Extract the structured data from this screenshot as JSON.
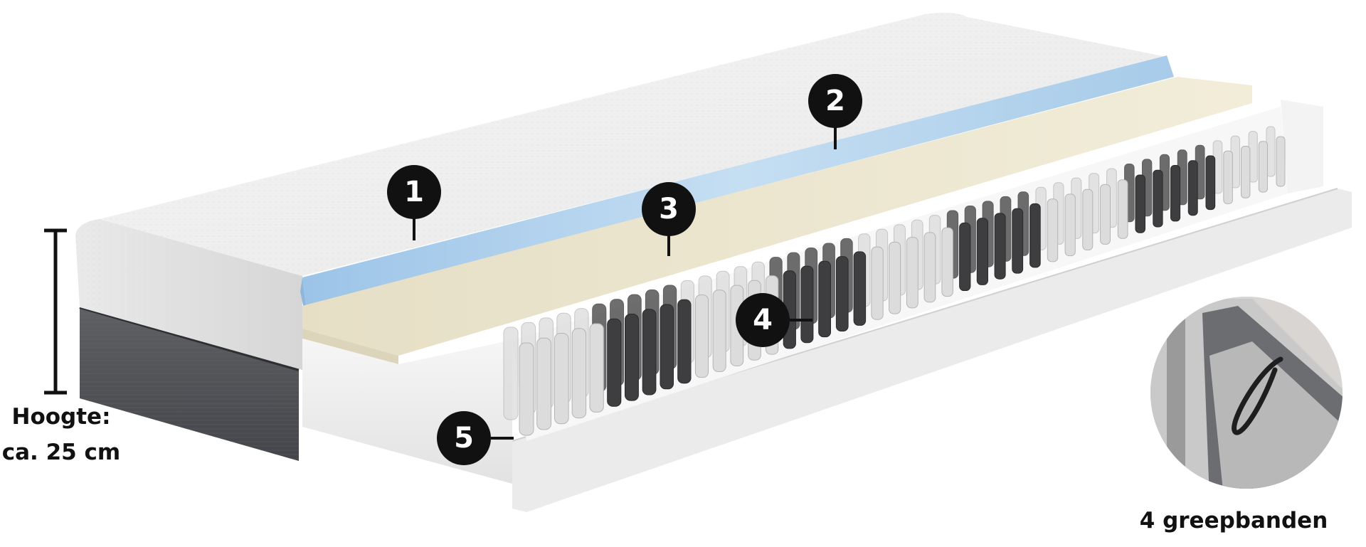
{
  "callouts": [
    {
      "number": "1"
    },
    {
      "number": "2"
    },
    {
      "number": "3"
    },
    {
      "number": "4"
    },
    {
      "number": "5"
    }
  ],
  "height_label": {
    "line1": "Hoogte:",
    "line2": "ca. 25 cm"
  },
  "inset": {
    "caption": "4 greepbanden"
  },
  "colors": {
    "badge": "#111111",
    "badge_text": "#ffffff",
    "cover": "#f1f1f1",
    "gel_layer": "#a9cbe9",
    "foam_layer": "#eee8d3",
    "dark_springs": "#3e3e40",
    "light_springs": "#dcdcdc",
    "base_fabric": "#55575a",
    "text": "#111111"
  }
}
